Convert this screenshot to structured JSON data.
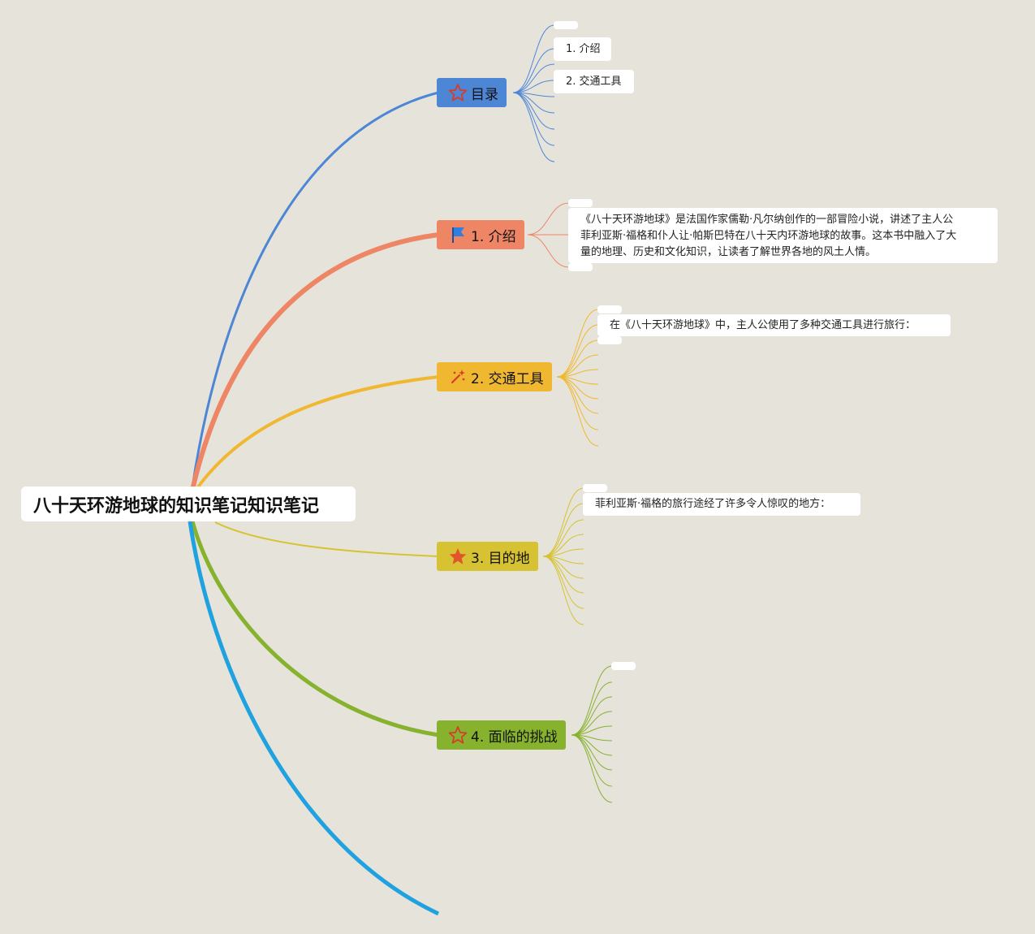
{
  "root": {
    "title": "八十天环游地球的知识笔记知识笔记"
  },
  "colors": {
    "background": "#e6e3db",
    "toc": "#4e86d6",
    "intro": "#ee8565",
    "transport": "#f0b830",
    "destination": "#d6c232",
    "challenges": "#86b22e",
    "extra_branch": "#20a2e0"
  },
  "branches": [
    {
      "id": "toc",
      "label": "目录",
      "icon": "star-outline-icon"
    },
    {
      "id": "intro",
      "label": "1. 介绍",
      "icon": "flag-icon"
    },
    {
      "id": "transport",
      "label": "2. 交通工具",
      "icon": "sparkle-icon"
    },
    {
      "id": "destination",
      "label": "3. 目的地",
      "icon": "star-filled-icon"
    },
    {
      "id": "challenges",
      "label": "4. 面临的挑战",
      "icon": "star-outline-icon"
    }
  ],
  "toc_items": [
    "1. 介绍",
    "2. 交通工具"
  ],
  "intro_text": [
    "《八十天环游地球》是法国作家儒勒·凡尔纳创作的一部冒险小说，讲述了主人公",
    "菲利亚斯·福格和仆人让·帕斯巴特在八十天内环游地球的故事。这本书中融入了大",
    "量的地理、历史和文化知识，让读者了解世界各地的风土人情。"
  ],
  "transport_text": "在《八十天环游地球》中，主人公使用了多种交通工具进行旅行：",
  "destination_text": "菲利亚斯·福格的旅行途经了许多令人惊叹的地方："
}
